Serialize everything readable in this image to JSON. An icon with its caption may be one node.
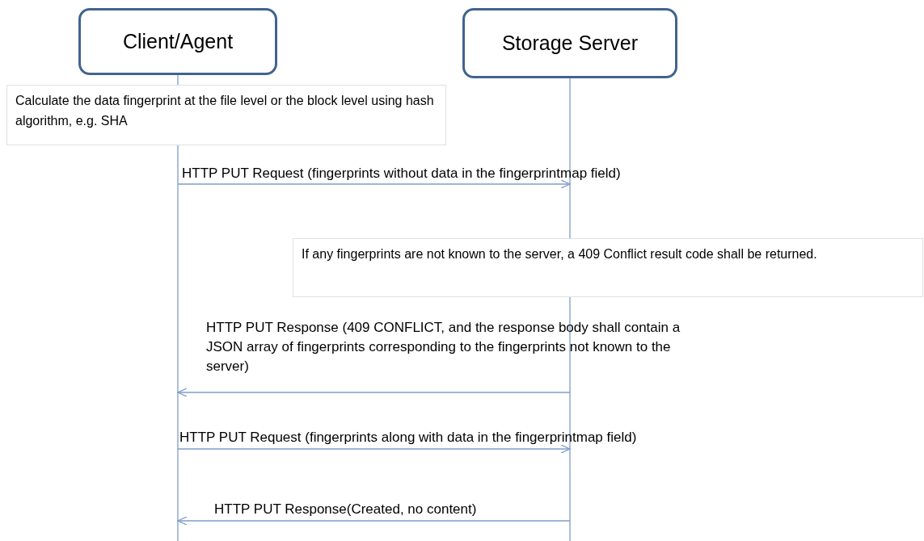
{
  "diagram": {
    "nodes": [
      {
        "text": [
          "Client/Agent"
        ]
      },
      {
        "text": [
          "Storage Server"
        ]
      },
      {
        "text": [
          "Calculate the data fingerprint at the file level or the block level using hash algorithm, e.g. SHA"
        ]
      },
      {
        "text": [
          "If any fingerprints are not known to the server, a 409 Conflict result code shall be returned."
        ]
      }
    ],
    "edges": [
      {
        "from": 0,
        "to": 1,
        "arrow": "to",
        "label": "HTTP PUT Request (fingerprints without data in the fingerprintmap field)"
      },
      {
        "from": 1,
        "to": 0,
        "arrow": "to",
        "label": "HTTP PUT Response (409 CONFLICT, and the response body shall contain a JSON array of fingerprints corresponding to the fingerprints not known to the server)"
      },
      {
        "from": 0,
        "to": 1,
        "arrow": "to",
        "label": "HTTP PUT Request (fingerprints along with data in the fingerprintmap field)"
      },
      {
        "from": 1,
        "to": 0,
        "arrow": "to",
        "label": "HTTP PUT Response(Created, no content)"
      }
    ]
  }
}
